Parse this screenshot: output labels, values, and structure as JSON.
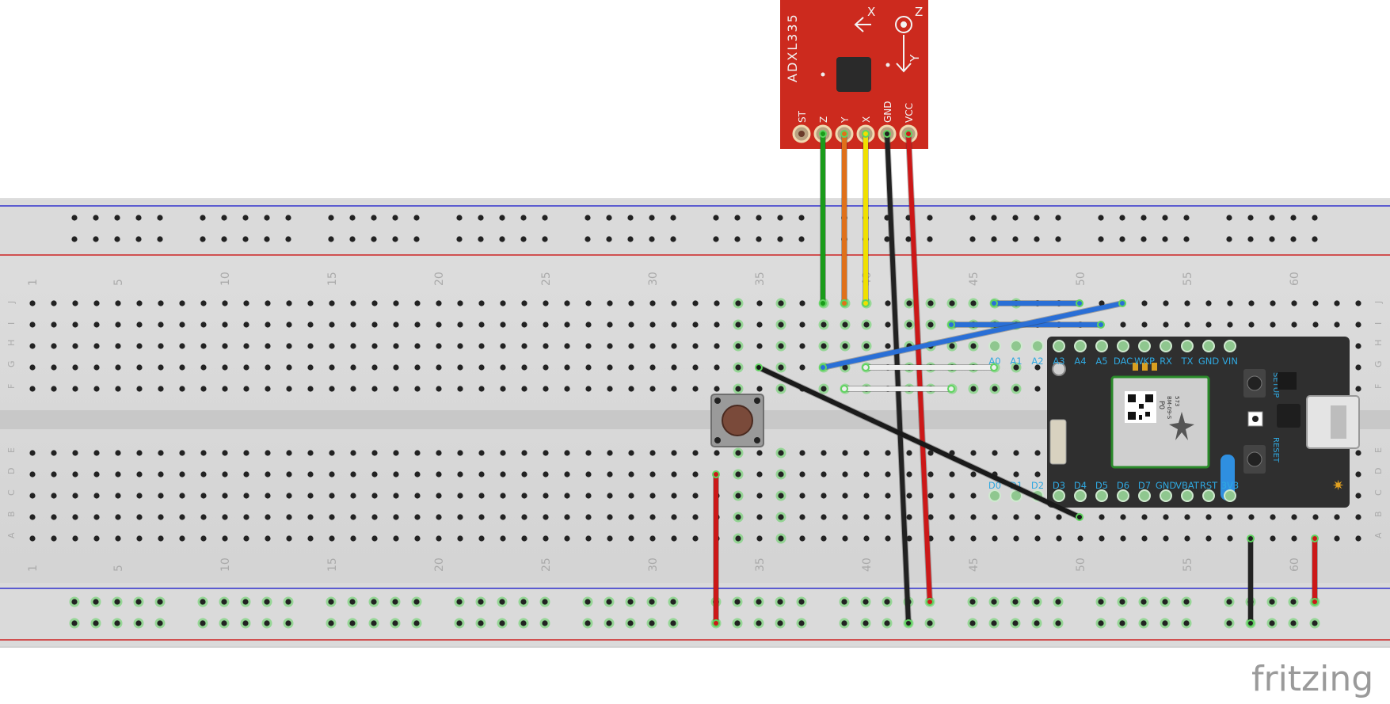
{
  "breadboard": {
    "row_letters_top": [
      "J",
      "I",
      "H",
      "G",
      "F"
    ],
    "row_letters_bottom": [
      "E",
      "D",
      "C",
      "B",
      "A"
    ],
    "column_numbers": [
      "1",
      "5",
      "10",
      "15",
      "20",
      "25",
      "30",
      "35",
      "40",
      "45",
      "50",
      "55",
      "60"
    ],
    "colors": {
      "board": "#d8d8d8",
      "rail_blue": "#3333cc",
      "rail_red": "#cc2222",
      "hole": "#222222",
      "active": "#5fd35f"
    }
  },
  "accelerometer": {
    "name": "ADXL335",
    "axis_labels": {
      "x": "X",
      "y": "Y",
      "z": "Z"
    },
    "pins": [
      "ST",
      "Z",
      "Y",
      "X",
      "GND",
      "VCC"
    ],
    "color": "#cc2a1e"
  },
  "photon": {
    "top_pins": [
      "A0",
      "A1",
      "A2",
      "A3",
      "A4",
      "A5",
      "DAC",
      "WKP",
      "RX",
      "TX",
      "GND",
      "VIN"
    ],
    "bottom_pins": [
      "D0",
      "D1",
      "D2",
      "D3",
      "D4",
      "D5",
      "D6",
      "D7",
      "GND",
      "VBAT",
      "RST",
      "3V3"
    ],
    "button_labels": {
      "setup": "SETUP",
      "reset": "RESET"
    },
    "module_text": [
      "P0",
      "BM-09-S",
      "573"
    ],
    "color": "#2f2f2f",
    "label_color": "#2fa8e0"
  },
  "wires": [
    {
      "color": "#1a9c1a"
    },
    {
      "color": "#e0701a"
    },
    {
      "color": "#f0e000"
    },
    {
      "color": "#222222"
    },
    {
      "color": "#cc1818"
    },
    {
      "color": "#2a6fd6"
    },
    {
      "color": "#eeeeee"
    },
    {
      "color": "#1a1a1a"
    }
  ],
  "watermark": {
    "text": "fritzing"
  }
}
